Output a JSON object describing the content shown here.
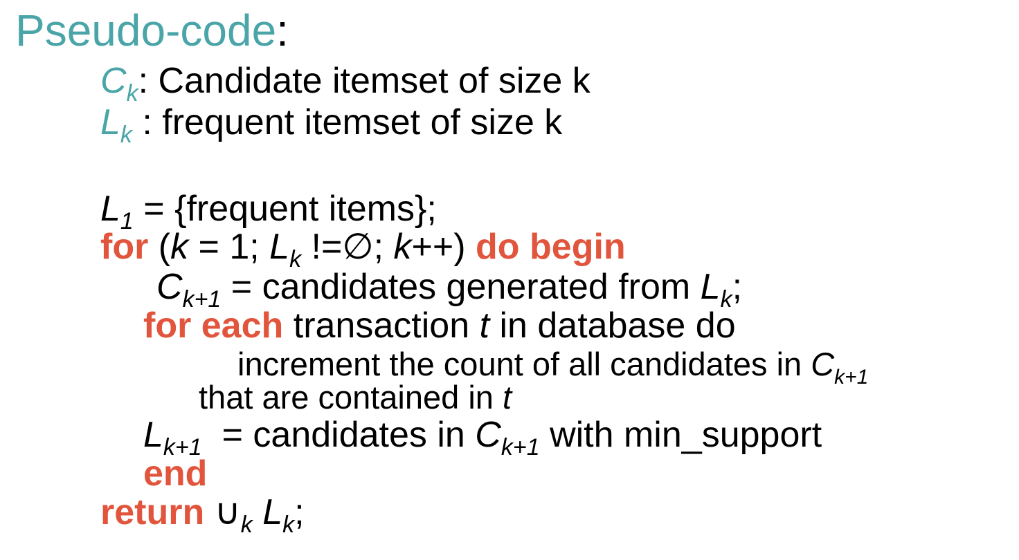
{
  "title": {
    "main": "Pseudo-code",
    "colon": ":"
  },
  "colors": {
    "teal": "#4aa5a8",
    "red": "#e2553d",
    "text": "#000000"
  },
  "defs": {
    "ck_symbol": "C",
    "ck_sub": "k",
    "ck_text": ": Candidate itemset of size k",
    "lk_symbol": "L",
    "lk_sub": "k",
    "lk_text": " : frequent itemset of size k"
  },
  "code": {
    "l1_symbol": "L",
    "l1_sub": "1",
    "l1_text": " = {frequent items};",
    "for_kw": "for",
    "for_open": " (",
    "for_k": "k",
    "for_init": " = 1; ",
    "for_L": "L",
    "for_L_sub": "k",
    "for_cond": " !=∅; ",
    "for_k2": "k",
    "for_close": "++) ",
    "do_begin_kw": "do begin",
    "cgen_C": "C",
    "cgen_sub": "k+1",
    "cgen_text": " = candidates generated from ",
    "cgen_L": "L",
    "cgen_L_sub": "k",
    "cgen_end": ";",
    "foreach_kw": "for each",
    "foreach_text1": " transaction ",
    "foreach_t": "t",
    "foreach_text2": " in database do",
    "incr_text": "increment the count of all candidates in ",
    "incr_C": "C",
    "incr_sub": "k+1",
    "contained_text": "that are contained in ",
    "contained_t": "t",
    "lnext_L": "L",
    "lnext_sub": "k+1",
    "lnext_text": "  = candidates in ",
    "lnext_C": "C",
    "lnext_C_sub": "k+1",
    "lnext_text2": " with min_support",
    "end_kw": "end",
    "return_kw": "return",
    "return_union": " ∪",
    "return_sub": "k",
    "return_L": " L",
    "return_L_sub": "k",
    "return_end": ";"
  }
}
